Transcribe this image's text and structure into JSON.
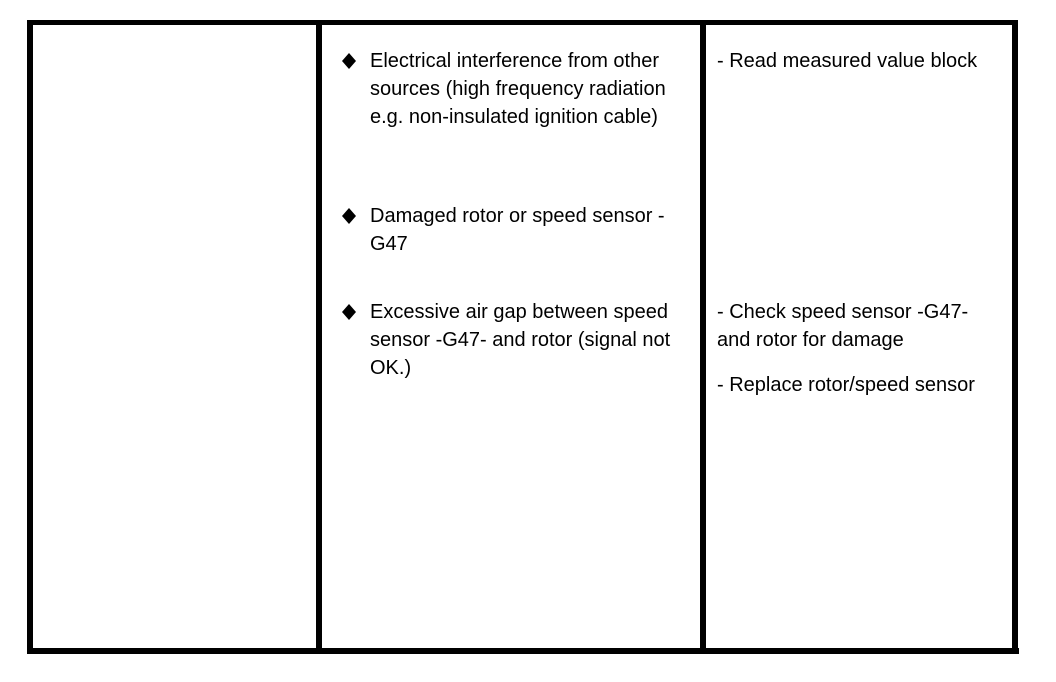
{
  "causes": [
    {
      "text": "Electrical interference from other sources (high frequency radiation e.g. non-insulated ignition cable)",
      "icon": "diamond-bullet-icon"
    },
    {
      "text": "Damaged rotor or speed sensor -G47",
      "icon": "diamond-bullet-icon"
    },
    {
      "text": "Excessive air gap between speed sensor -G47- and rotor (signal not OK.)",
      "icon": "diamond-bullet-icon"
    }
  ],
  "remedies": [
    {
      "text": "- Read measured value block"
    },
    {
      "text": "- Check speed sensor -G47- and rotor for damage"
    },
    {
      "text": "- Replace rotor/speed sensor"
    }
  ]
}
